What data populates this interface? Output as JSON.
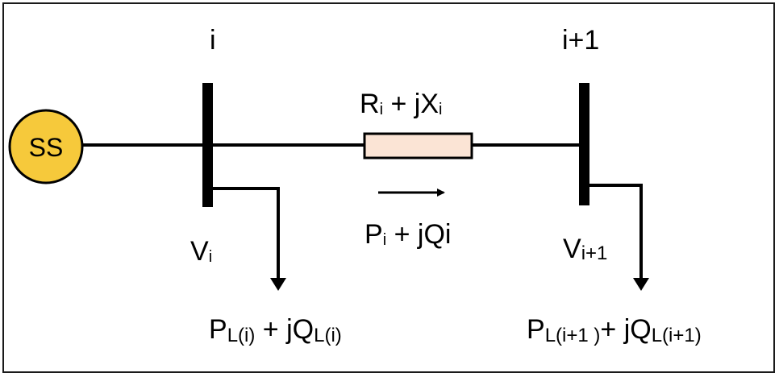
{
  "source": {
    "label": "SS",
    "fill": "#F6C93B",
    "stroke": "#000000"
  },
  "buses": {
    "left": {
      "name": "i",
      "voltage_main": "V",
      "voltage_sub": "i"
    },
    "right": {
      "name": "i+1",
      "voltage_main": "V",
      "voltage_sub": "i+1"
    }
  },
  "line": {
    "impedance": {
      "r_main": "R",
      "r_sub": "i",
      "plus_j": " + jX",
      "x_sub": "i"
    },
    "flow": {
      "p_main": "P",
      "p_sub": "i",
      "rest": " + jQi"
    },
    "resistor_fill": "#FBE4D5"
  },
  "loads": {
    "left": {
      "p": "P",
      "p_sub": "L(i)",
      "mid": " + jQ",
      "q_sub": "L(i)"
    },
    "right": {
      "p": "P",
      "p_sub": "L(i+1 )",
      "mid": "+ jQ",
      "q_sub": "L(i+1)"
    }
  }
}
